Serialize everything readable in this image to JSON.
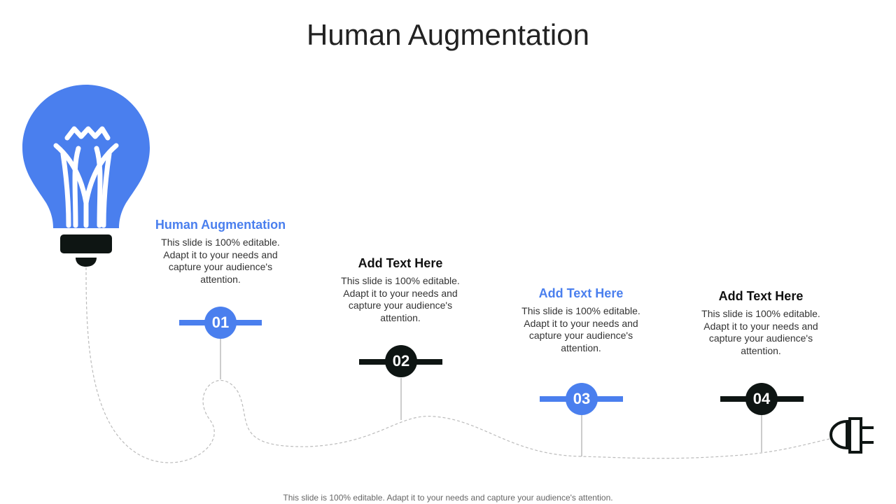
{
  "slide": {
    "title": "Human Augmentation",
    "footer": "This slide is 100% editable. Adapt it to your needs and capture your audience's attention."
  },
  "colors": {
    "accent": "#4A7FEE",
    "dark": "#0E1513",
    "text": "#333333"
  },
  "icons": {
    "bulb": "lightbulb-icon",
    "plug": "plug-icon"
  },
  "items": [
    {
      "number": "01",
      "heading": "Human Augmentation",
      "body": "This slide is 100% editable. Adapt it to your needs and capture your audience's attention."
    },
    {
      "number": "02",
      "heading": "Add Text Here",
      "body": "This slide is 100% editable. Adapt it to your needs and capture your audience's attention."
    },
    {
      "number": "03",
      "heading": "Add Text Here",
      "body": "This slide is 100% editable. Adapt it to your needs and capture your audience's attention."
    },
    {
      "number": "04",
      "heading": "Add Text Here",
      "body": "This slide is 100% editable. Adapt it to your needs and capture your audience's attention."
    }
  ]
}
